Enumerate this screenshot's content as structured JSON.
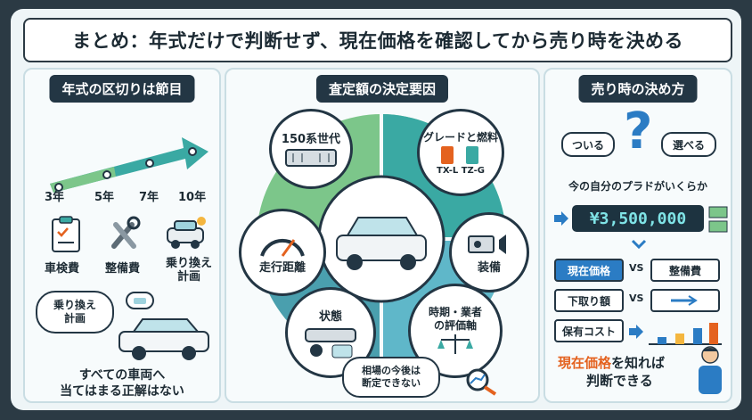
{
  "title": "まとめ：年式だけで判断せず、現在価格を確認してから売り時を決める",
  "left": {
    "heading": "年式の区切りは節目",
    "years": [
      "3年",
      "5年",
      "7年",
      "10年"
    ],
    "costs": [
      "車検費",
      "整備費",
      "乗り換え\n計画"
    ],
    "cost_icons": [
      "clipboard-icon",
      "wrench-icon",
      "car-icon"
    ],
    "bubble_text": "乗り換え\n計画",
    "conclusion_line1": "すべての車両へ",
    "conclusion_line2": "当てはまる正解はない"
  },
  "middle": {
    "heading": "査定額の決定要因",
    "factors": {
      "generation": "150系世代",
      "grade_fuel": "グレードと燃料",
      "fuel_types": [
        "TX-L",
        "TZ-G"
      ],
      "mileage": "走行距離",
      "equipment": "装備",
      "condition": "状態",
      "timing_dealer": "時期・業者\nの評価軸"
    },
    "note_line1": "相場の今後は",
    "note_line2": "断定できない"
  },
  "right": {
    "heading": "売り時の決め方",
    "option_a": "ついる",
    "option_b": "選べる",
    "question_mark": "?",
    "prompt": "今の自分のプラドがいくらか",
    "price": "¥3,500,000",
    "comparisons": [
      {
        "left": "現在価格",
        "vs": "VS",
        "right": "整備費"
      },
      {
        "left": "下取り額",
        "vs": "VS",
        "right": ""
      },
      {
        "left": "保有コスト",
        "vs": "",
        "right": ""
      }
    ],
    "conclusion_highlight": "現在価格",
    "conclusion_rest": "を知れば",
    "conclusion_line2": "判断できる"
  },
  "colors": {
    "navy": "#233644",
    "teal": "#3aa9a3",
    "green": "#7cc68a",
    "orange": "#e4621f",
    "blue": "#2b7cc4"
  }
}
